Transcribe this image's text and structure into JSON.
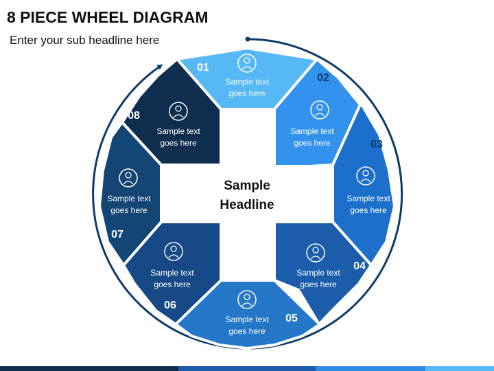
{
  "header": {
    "title": "8 PIECE WHEEL DIAGRAM",
    "subtitle": "Enter your sub headline here"
  },
  "center": {
    "line1": "Sample",
    "line2": "Headline"
  },
  "segments": [
    {
      "number": "01",
      "line1": "Sample text",
      "line2": "goes here",
      "color": "#56B9F6",
      "icon": "formula-flask-icon"
    },
    {
      "number": "02",
      "line1": "Sample text",
      "line2": "goes here",
      "color": "#3292EE",
      "icon": "lightbulb-gear-icon"
    },
    {
      "number": "03",
      "line1": "Sample text",
      "line2": "goes here",
      "color": "#1C6FCB",
      "icon": "hand-lightbulb-icon"
    },
    {
      "number": "04",
      "line1": "Sample text",
      "line2": "goes here",
      "color": "#1B5DAA",
      "icon": "hand-flag-icon"
    },
    {
      "number": "05",
      "line1": "Sample text",
      "line2": "goes here",
      "color": "#2577C7",
      "icon": "people-computer-icon"
    },
    {
      "number": "06",
      "line1": "Sample text",
      "line2": "goes here",
      "color": "#164985",
      "icon": "person-question-box-icon"
    },
    {
      "number": "07",
      "line1": "Sample text",
      "line2": "goes here",
      "color": "#134575",
      "icon": "person-certificate-icon"
    },
    {
      "number": "08",
      "line1": "Sample text",
      "line2": "goes here",
      "color": "#0E2D4F",
      "icon": "business-gears-icon"
    }
  ],
  "colors": {
    "ring": "#0E3A69",
    "bar": [
      "#0E2D4F",
      "#1B5DAA",
      "#2F8AE5",
      "#56B9F6"
    ]
  }
}
